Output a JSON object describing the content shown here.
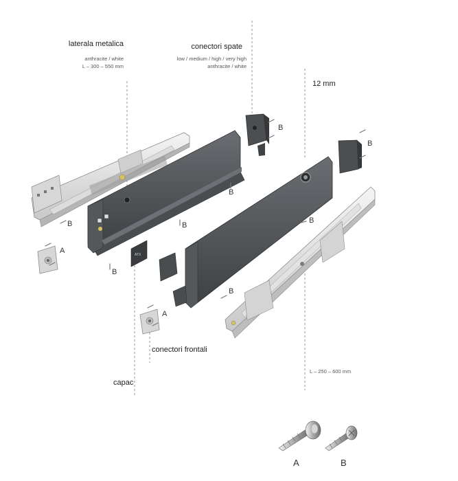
{
  "labels": {
    "laterala_metalica": "laterala metalica",
    "laterala_colors": "anthracite / white",
    "laterala_length": "L – 300 – 550 mm",
    "conectori_spate": "conectori spate",
    "conectori_spate_heights": "low / medium / high / very high",
    "conectori_spate_colors": "anthracite / white",
    "thickness": "12 mm",
    "capac": "capac",
    "conectori_frontali": "conectori frontali",
    "rail_length": "L – 250 – 600 mm"
  },
  "markers": {
    "a": "A",
    "b": "B"
  },
  "legend": {
    "a": "A",
    "b": "B"
  },
  "colors": {
    "panel": "#4f5256",
    "rail": "#e6e6e6",
    "leader_line": "#8a8a8a"
  }
}
